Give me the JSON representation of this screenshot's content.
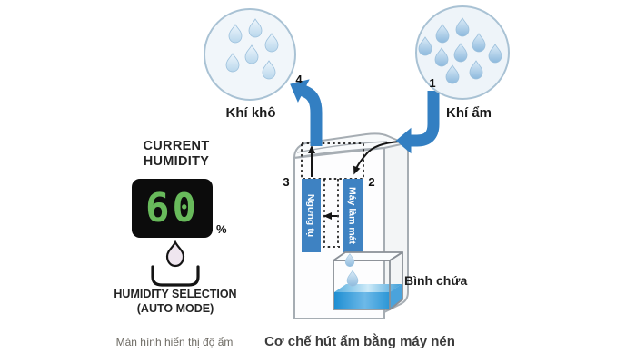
{
  "caption": "Cơ chế hút ẩm bằng máy nén",
  "left_panel": {
    "current_humidity_label": "CURRENT\nHUMIDITY",
    "humidity_value": "60",
    "percent_sign": "%",
    "selection_label": "HUMIDITY SELECTION\n(AUTO MODE)",
    "screen_caption": "Màn hình hiển thị độ ẩm"
  },
  "air_circles": {
    "dry": {
      "label": "Khí khô",
      "step": "4",
      "droplet_count": 6
    },
    "humid": {
      "label": "Khí ẩm",
      "step": "1",
      "droplet_count": 9
    }
  },
  "machine": {
    "condenser": {
      "label": "Ngưng tụ",
      "step": "3"
    },
    "cooler": {
      "label": "Máy làm mát",
      "step": "2"
    },
    "tank_label": "Bình chứa"
  },
  "colors": {
    "arrow_blue": "#337fc2",
    "bar_blue": "#3e82c2",
    "digit_green": "#68ba5b",
    "display_black": "#0c0c0c",
    "water_blue": "#2196d4",
    "circle_stroke": "#a9c2d4"
  }
}
